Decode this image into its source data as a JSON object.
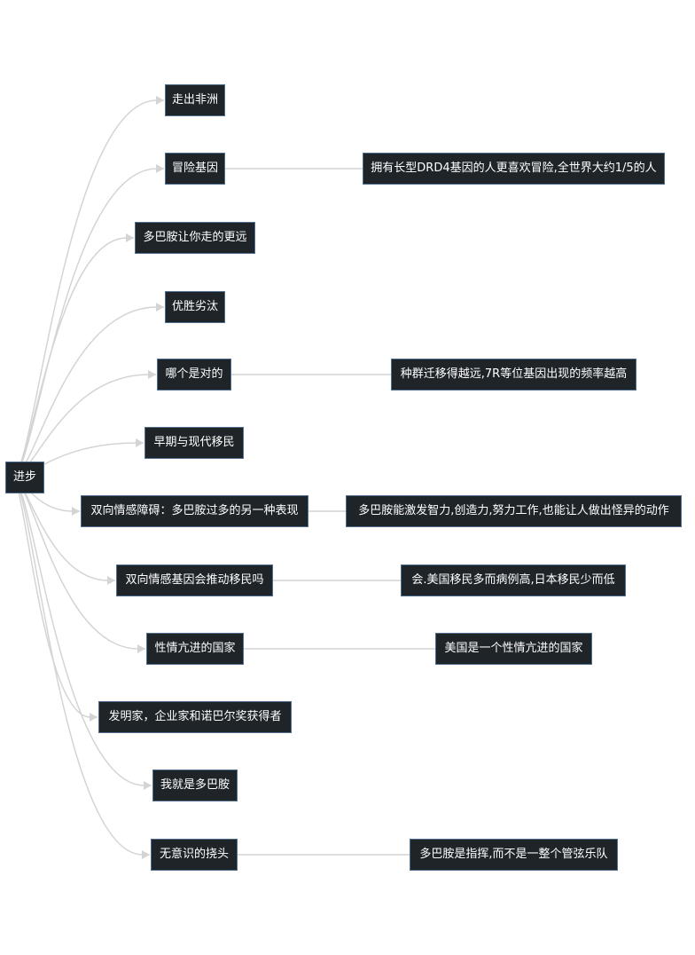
{
  "root": {
    "label": "进步"
  },
  "branches": [
    {
      "label": "走出非洲",
      "detail": null
    },
    {
      "label": "冒险基因",
      "detail": "拥有长型DRD4基因的人更喜欢冒险,全世界大约1/5的人"
    },
    {
      "label": "多巴胺让你走的更远",
      "detail": null
    },
    {
      "label": "优胜劣汰",
      "detail": null
    },
    {
      "label": "哪个是对的",
      "detail": "种群迁移得越远,7R等位基因出现的频率越高"
    },
    {
      "label": "早期与现代移民",
      "detail": null
    },
    {
      "label": "双向情感障碍：多巴胺过多的另一种表现",
      "detail": "多巴胺能激发智力,创造力,努力工作,也能让人做出怪异的动作"
    },
    {
      "label": "双向情感基因会推动移民吗",
      "detail": "会.美国移民多而病例高,日本移民少而低"
    },
    {
      "label": "性情亢进的国家",
      "detail": "美国是一个性情亢进的国家"
    },
    {
      "label": "发明家，企业家和诺巴尔奖获得者",
      "detail": null
    },
    {
      "label": "我就是多巴胺",
      "detail": null
    },
    {
      "label": "无意识的挠头",
      "detail": "多巴胺是指挥,而不是一整个管弦乐队"
    }
  ],
  "colors": {
    "node_bg": "#1f2428",
    "node_border": "#4e6f8f",
    "node_text": "#ffffff",
    "connector": "#d4d4d4"
  }
}
